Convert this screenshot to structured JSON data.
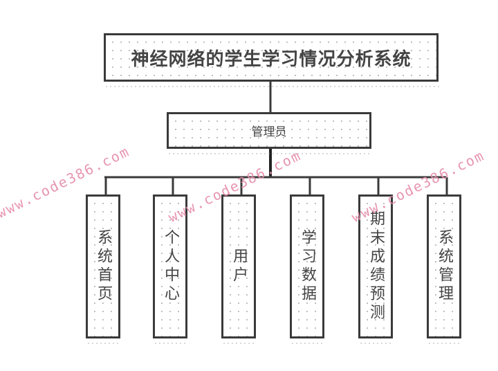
{
  "diagram": {
    "root": "神经网络的学生学习情况分析系统",
    "role": "管理员",
    "modules": [
      "系统首页",
      "个人中心",
      "用户",
      "学习数据",
      "期末成绩预测",
      "系统管理"
    ]
  },
  "watermark": "www.code386.com",
  "colors": {
    "line": "#3a3a3a",
    "watermark": "#e58aa8"
  }
}
